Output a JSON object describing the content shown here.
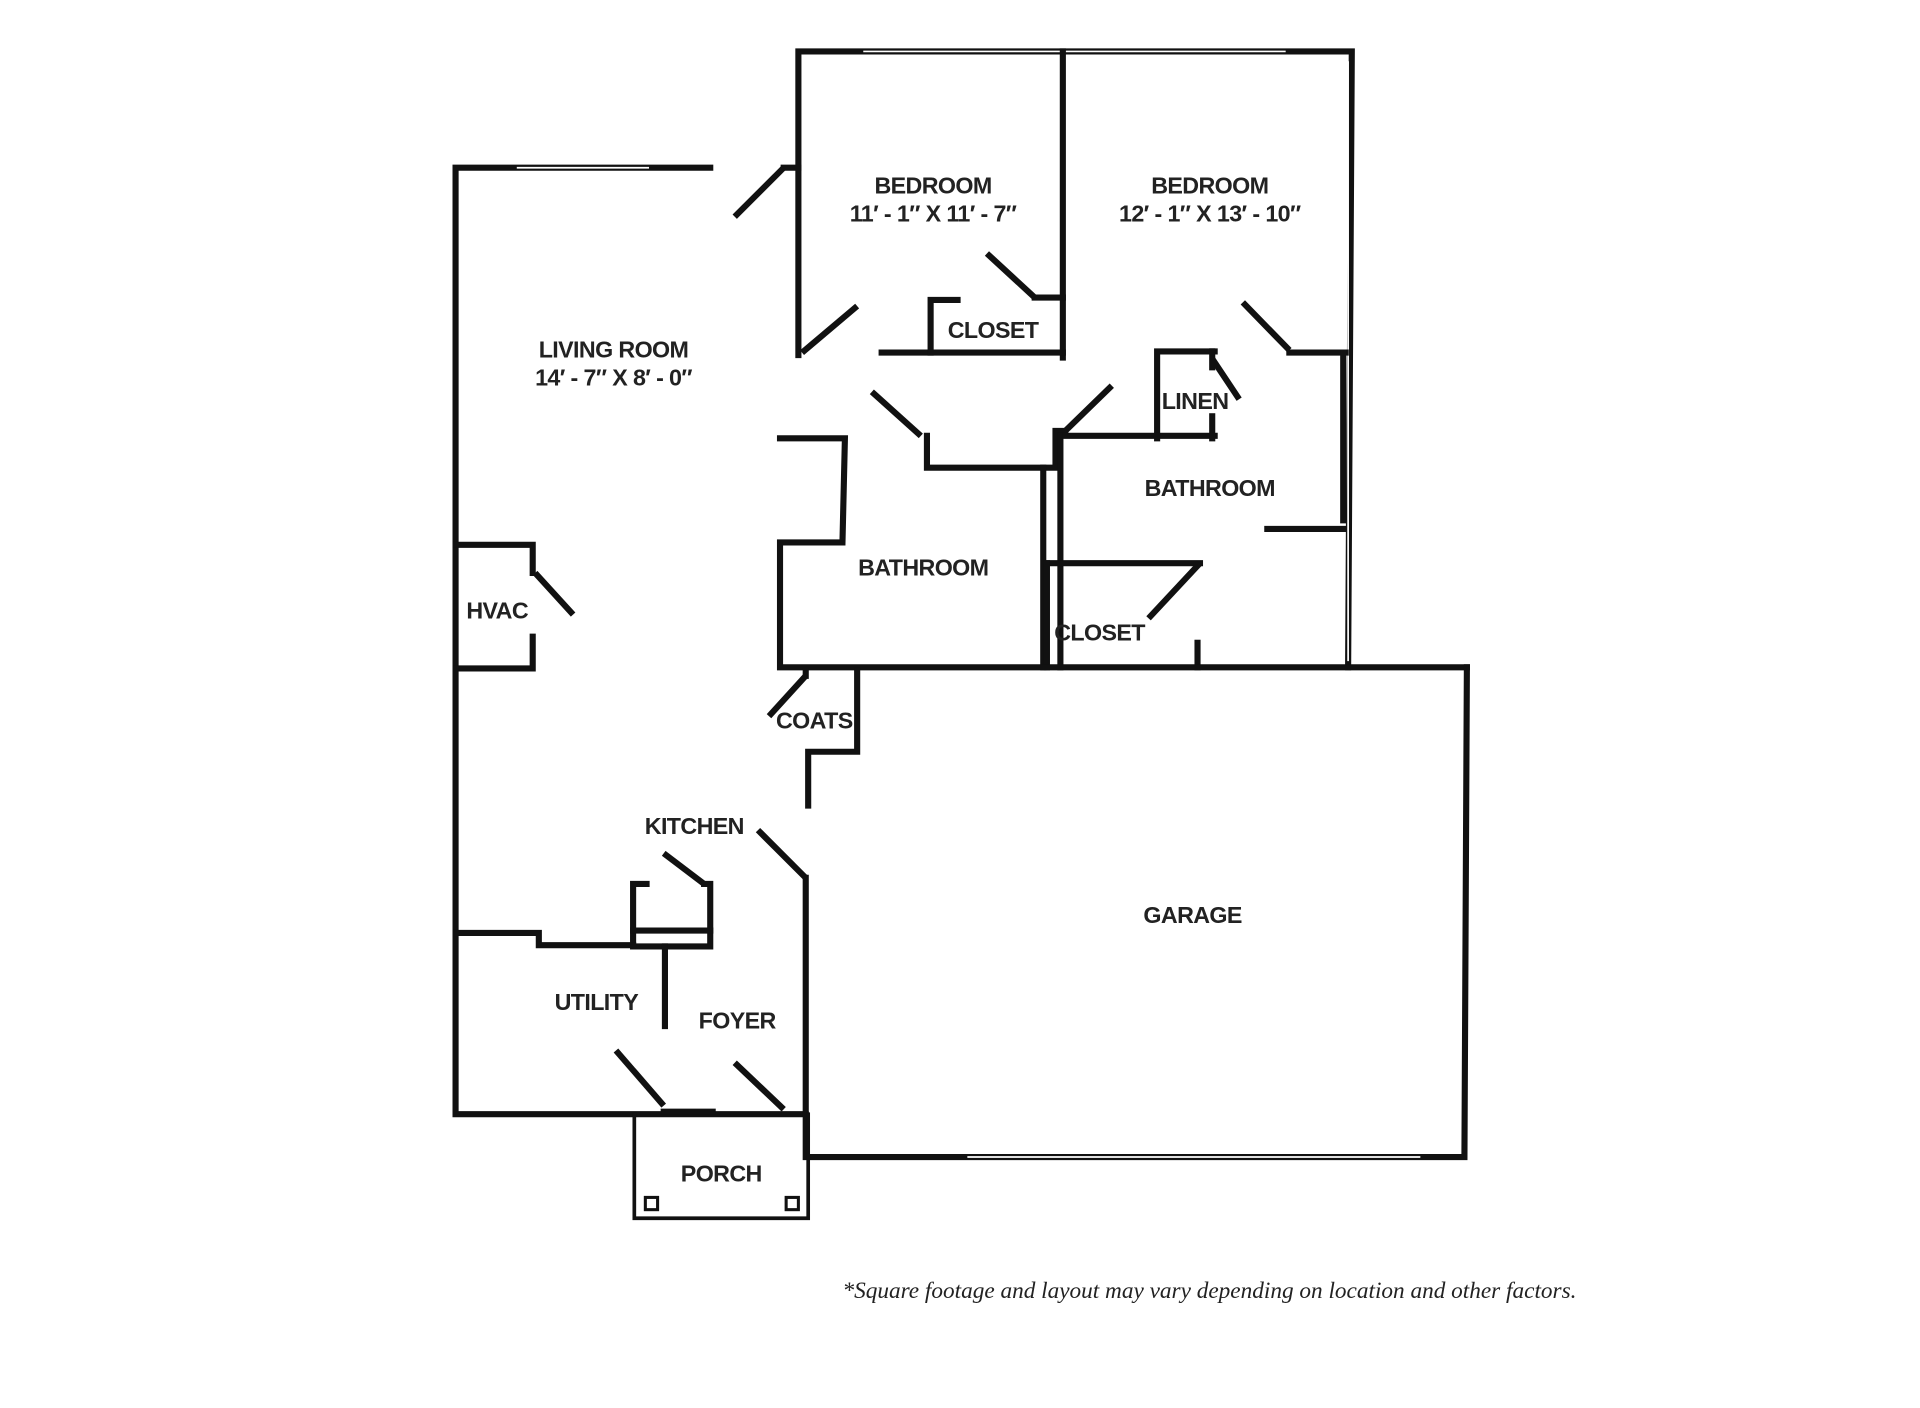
{
  "rooms": {
    "bedroom1": {
      "name": "BEDROOM",
      "dims": "11′ - 1″ X 11′ - 7″"
    },
    "bedroom2": {
      "name": "BEDROOM",
      "dims": "12′ - 1″ X 13′ - 10″"
    },
    "living": {
      "name": "LIVING ROOM",
      "dims": "14′ - 7″ X 8′ - 0″"
    },
    "closet1": "CLOSET",
    "linen": "LINEN",
    "bathroom2": "BATHROOM",
    "bathroom1": "BATHROOM",
    "closet2": "CLOSET",
    "hvac": "HVAC",
    "coats": "COATS",
    "kitchen": "KITCHEN",
    "garage": "GARAGE",
    "utility": "UTILITY",
    "foyer": "FOYER",
    "porch": "PORCH"
  },
  "disclaimer": "*Square footage and layout may vary depending on location and other factors."
}
